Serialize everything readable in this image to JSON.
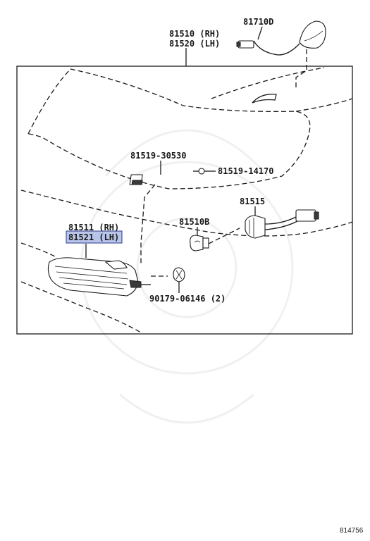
{
  "labels": {
    "headlamp_rh": "81510 (RH)",
    "headlamp_lh": "81520 (LH)",
    "sensor": "81710D",
    "screw_upper": "81519-30530",
    "screw_side": "81519-14170",
    "socket": "81515",
    "bulb": "81510B",
    "lamp_rh": "81511 (RH)",
    "lamp_lh": "81521 (LH)",
    "clip": "90179-06146 (2)"
  },
  "reference_code": "814756",
  "colors": {
    "line": "#1a1a1a",
    "highlight": "#b8c4e8"
  }
}
